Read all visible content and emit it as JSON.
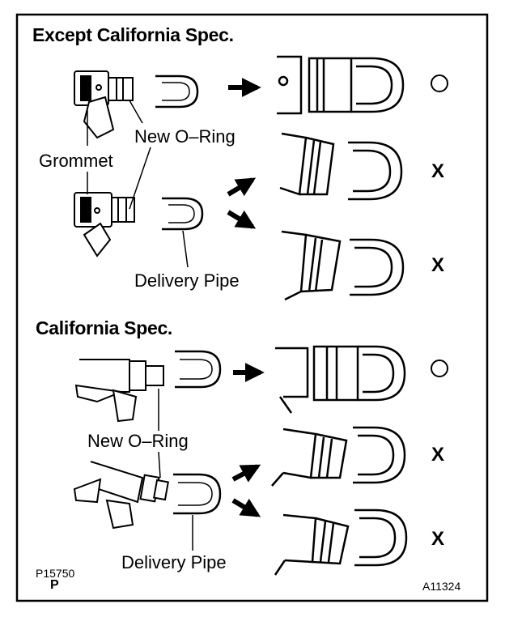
{
  "sections": {
    "except_california": {
      "title": "Except California Spec."
    },
    "california": {
      "title": "California Spec."
    }
  },
  "labels": {
    "new_o_ring_top": "New O–Ring",
    "grommet": "Grommet",
    "delivery_pipe_top": "Delivery Pipe",
    "new_o_ring_bottom": "New O–Ring",
    "delivery_pipe_bottom": "Delivery Pipe"
  },
  "results": {
    "except_row1": "○",
    "except_row2": "X",
    "except_row3": "X",
    "california_row1": "○",
    "california_row2": "X",
    "california_row3": "X"
  },
  "codes": {
    "figure_code": "P15750",
    "figure_code_suffix": "P",
    "reference_code": "A11324"
  },
  "colors": {
    "line": "#000000",
    "background": "#ffffff"
  }
}
